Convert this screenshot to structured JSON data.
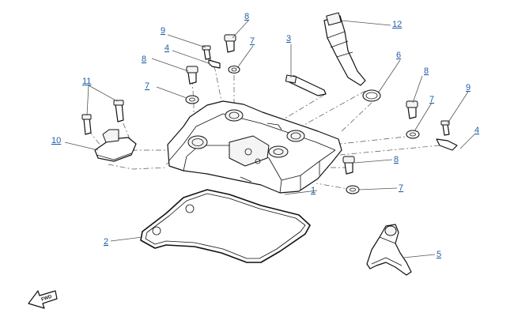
{
  "diagram": {
    "callouts": [
      {
        "id": "c1",
        "label": "1"
      },
      {
        "id": "c2",
        "label": "2"
      },
      {
        "id": "c3",
        "label": "3"
      },
      {
        "id": "c4a",
        "label": "4"
      },
      {
        "id": "c4b",
        "label": "4"
      },
      {
        "id": "c5",
        "label": "5"
      },
      {
        "id": "c6",
        "label": "6"
      },
      {
        "id": "c7a",
        "label": "7"
      },
      {
        "id": "c7b",
        "label": "7"
      },
      {
        "id": "c7c",
        "label": "7"
      },
      {
        "id": "c7d",
        "label": "7"
      },
      {
        "id": "c8a",
        "label": "8"
      },
      {
        "id": "c8b",
        "label": "8"
      },
      {
        "id": "c8c",
        "label": "8"
      },
      {
        "id": "c8d",
        "label": "8"
      },
      {
        "id": "c9a",
        "label": "9"
      },
      {
        "id": "c9b",
        "label": "9"
      },
      {
        "id": "c10",
        "label": "10"
      },
      {
        "id": "c11",
        "label": "11"
      },
      {
        "id": "c12",
        "label": "12"
      }
    ],
    "fwd_label": "FWD"
  }
}
